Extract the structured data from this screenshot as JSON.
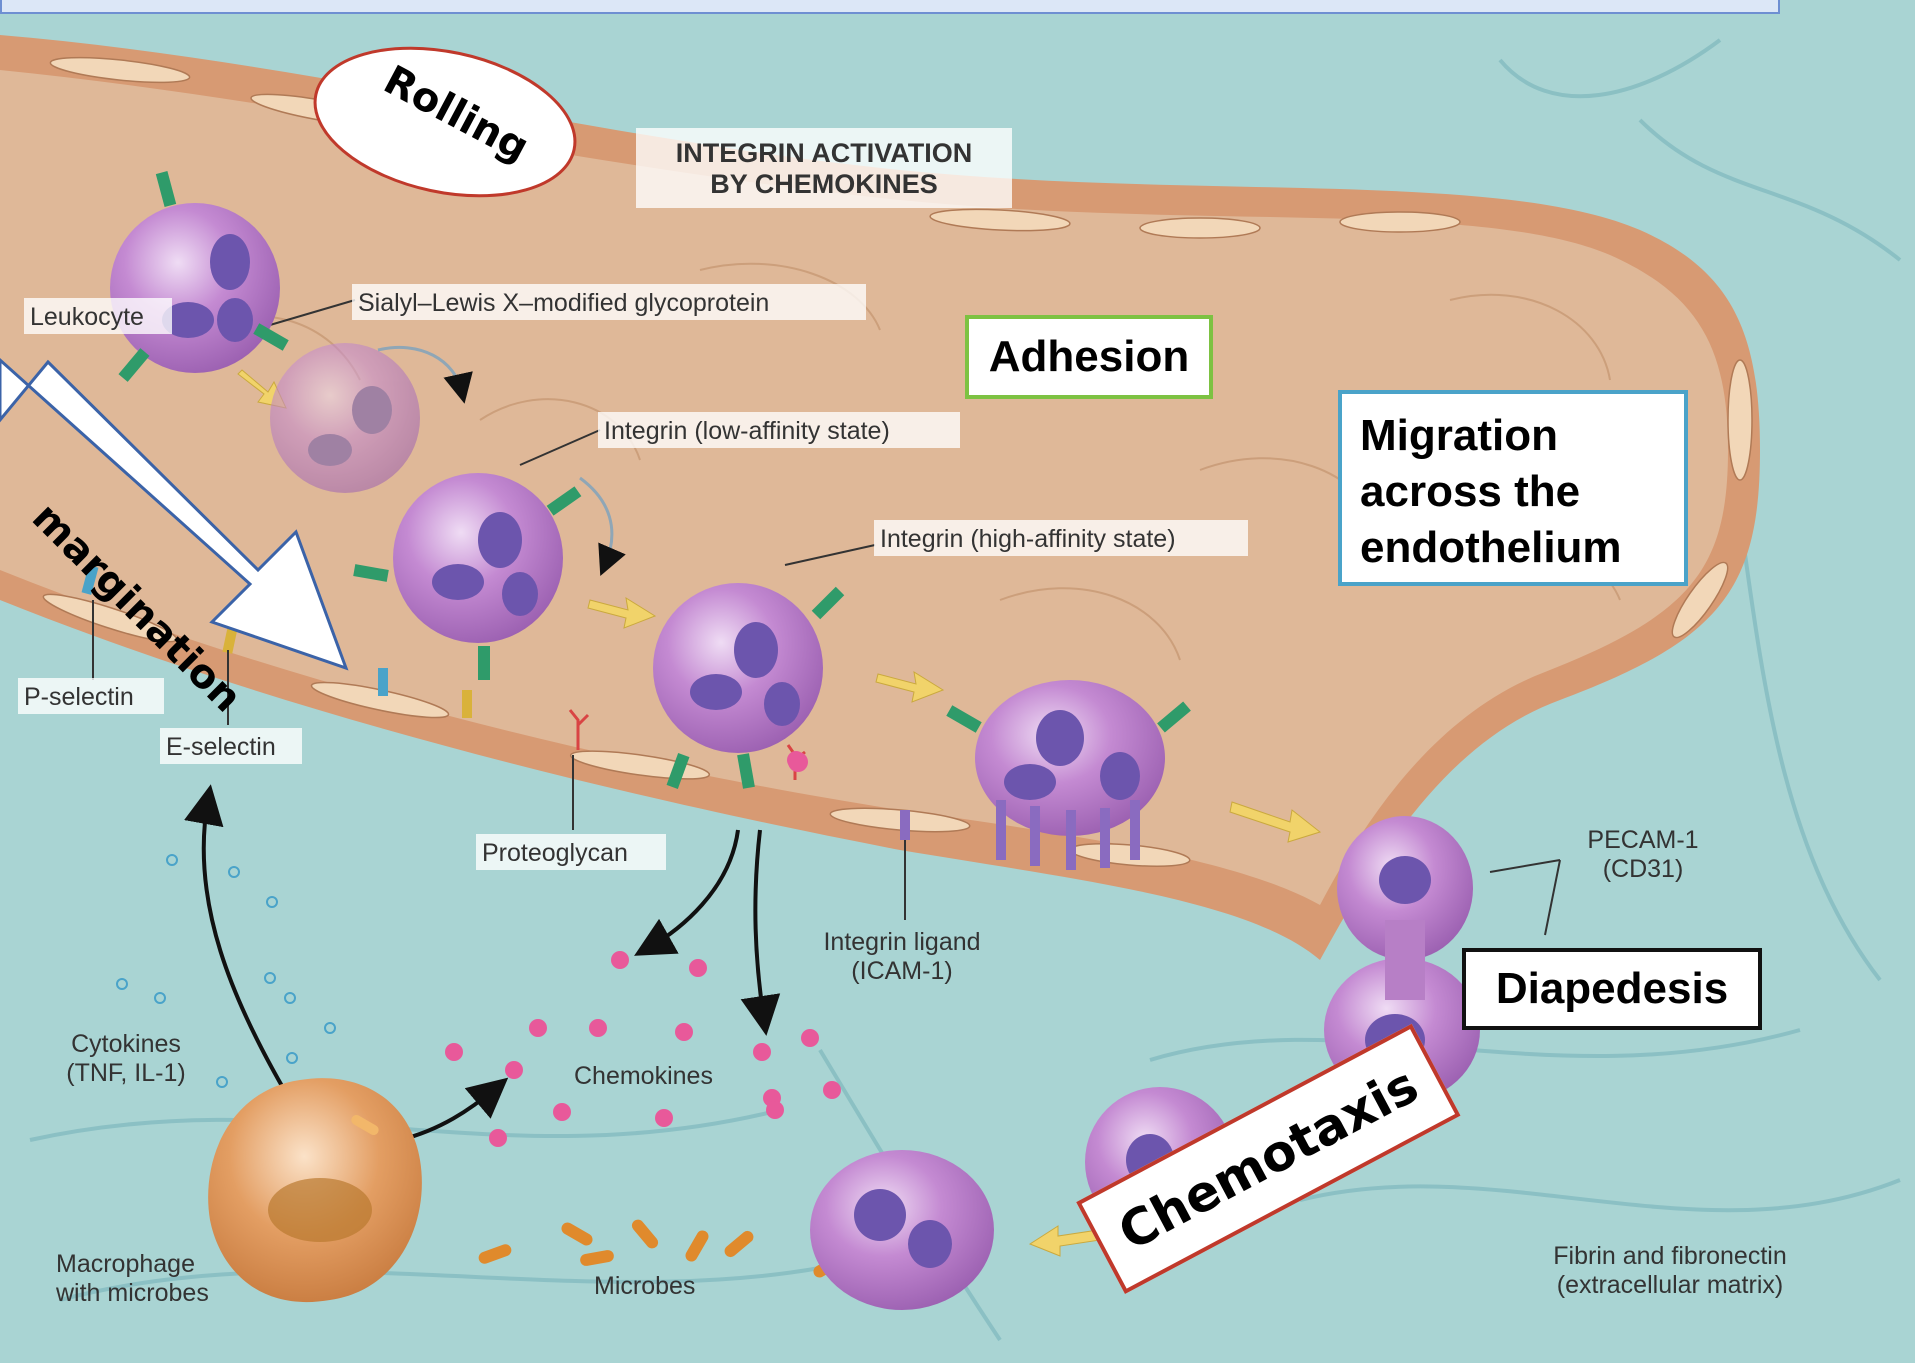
{
  "stages": {
    "rolling": "Rolling",
    "margination": "margination",
    "adhesion": "Adhesion",
    "migration": [
      "Migration",
      "across the",
      "endothelium"
    ],
    "diapedesis": "Diapedesis",
    "chemotaxis": "Chemotaxis"
  },
  "heading": [
    "INTEGRIN ACTIVATION",
    "BY CHEMOKINES"
  ],
  "labels": {
    "leukocyte": "Leukocyte",
    "sialyl": "Sialyl–Lewis X–modified glycoprotein",
    "integrin_low": "Integrin (low-affinity state)",
    "integrin_high": "Integrin (high-affinity state)",
    "p_selectin": "P-selectin",
    "e_selectin": "E-selectin",
    "proteoglycan": "Proteoglycan",
    "integrin_ligand": [
      "Integrin ligand",
      "(ICAM-1)"
    ],
    "pecam": [
      "PECAM-1",
      "(CD31)"
    ],
    "cytokines": [
      "Cytokines",
      "(TNF, IL-1)"
    ],
    "chemokines": "Chemokines",
    "macrophage": [
      "Macrophage",
      "with microbes"
    ],
    "microbes": "Microbes",
    "fibrin": [
      "Fibrin and fibronectin",
      "(extracellular matrix)"
    ]
  },
  "colors": {
    "background": "#a9d4d3",
    "vessel_wall": "#d79a73",
    "vessel_lumen": "#dfb898",
    "leukocyte": "#b77fc6",
    "nucleus": "#6c55ad",
    "macrophage": "#dc9660",
    "chemokine": "#e8599a",
    "arrow_yellow": "#f1d36a",
    "rolling_border": "#c0392b",
    "adhesion_border": "#7dc242",
    "migration_border": "#4aa3c9",
    "diapedesis_border": "#111111",
    "chemotaxis_border": "#c0392b"
  }
}
